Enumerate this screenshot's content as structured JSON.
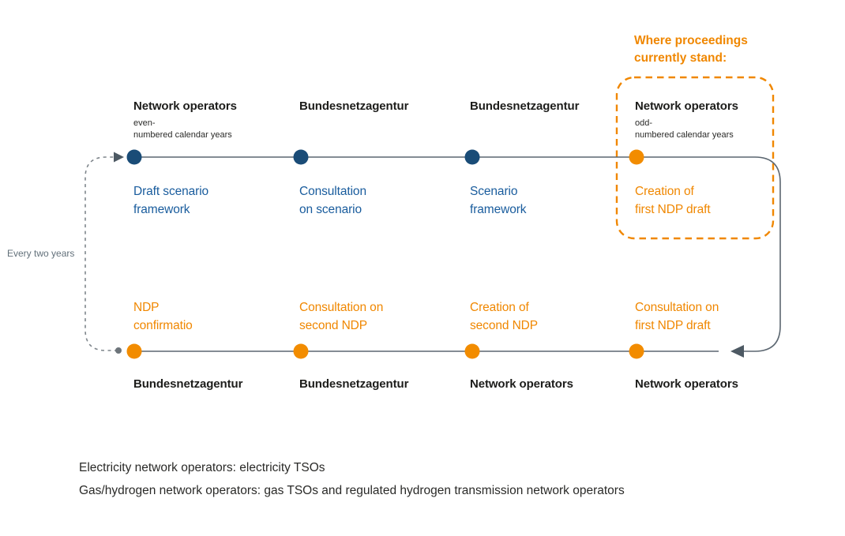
{
  "diagram_title_note": {
    "text": "Where proceedings\ncurrently stand:"
  },
  "cycle_label": "Every two years",
  "top_steps": [
    {
      "actor": "Network operators",
      "actor_note": "even-\nnumbered calendar years",
      "label": "Draft scenario\nframework",
      "color": "blue"
    },
    {
      "actor": "Bundesnetzagentur",
      "actor_note": "",
      "label": "Consultation\non scenario",
      "color": "blue"
    },
    {
      "actor": "Bundesnetzagentur",
      "actor_note": "",
      "label": "Scenario\nframework",
      "color": "blue"
    },
    {
      "actor": "Network operators",
      "actor_note": "odd-\nnumbered calendar years",
      "label": "Creation of\nfirst NDP draft",
      "color": "orange",
      "highlighted": true
    }
  ],
  "bottom_steps": [
    {
      "actor": "Bundesnetzagentur",
      "label": "NDP\nconfirmatio",
      "color": "orange"
    },
    {
      "actor": "Bundesnetzagentur",
      "label": "Consultation on\nsecond NDP",
      "color": "orange"
    },
    {
      "actor": "Network operators",
      "label": "Creation of\nsecond NDP",
      "color": "orange"
    },
    {
      "actor": "Network operators",
      "label": "Consultation on\nfirst NDP draft",
      "color": "orange"
    }
  ],
  "footnotes": [
    "Electricity network operators: electricity TSOs",
    "Gas/hydrogen network operators: gas TSOs and regulated hydrogen transmission network operators"
  ],
  "colors": {
    "orange": "#f08700",
    "orange_dot": "#f28c00",
    "blue_text": "#195c9d",
    "navy_dot": "#1a4c77",
    "line_gray": "#5b6670",
    "arrow_gray": "#4d5963",
    "dashed_loop_gray": "#7f868c",
    "text_dark": "#1d1d1b"
  }
}
